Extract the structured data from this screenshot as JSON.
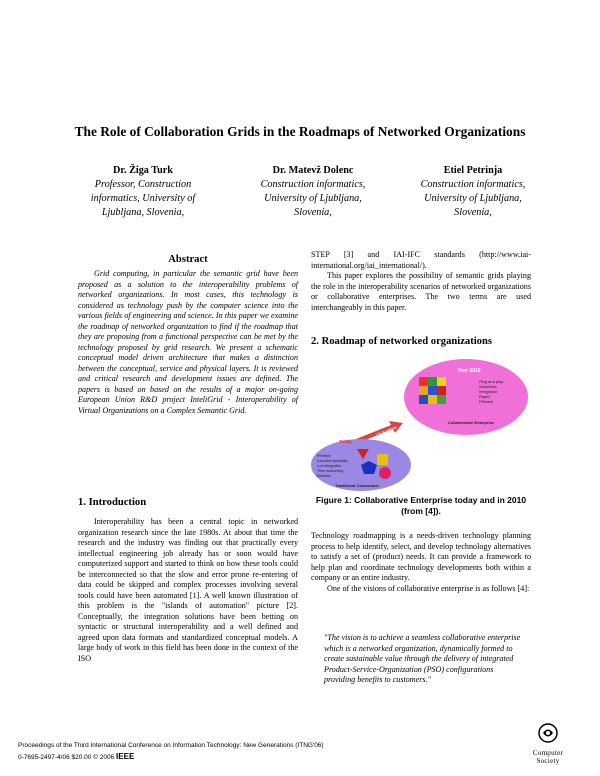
{
  "title": "The Role of Collaboration Grids in the Roadmaps of Networked Organizations",
  "authors": [
    {
      "name": "Dr. Žiga Turk",
      "affiliation": [
        "Professor, Construction",
        "informatics, University of",
        "Ljubljana, Slovenia,"
      ]
    },
    {
      "name": "Dr. Matevž Dolenc",
      "affiliation": [
        "Construction informatics,",
        "University of Ljubljana,",
        "Slovenia,"
      ]
    },
    {
      "name": "Etiel Petrinja",
      "affiliation": [
        "Construction informatics,",
        "University of Ljubljana,",
        "Slovenia,"
      ]
    }
  ],
  "abstract": {
    "heading": "Abstract",
    "text": "Grid computing, in particular the semantic grid have been proposed as a solution to the interoperability problems of networked organizations. In most cases, this technology is considered as technology push by the computer science into the various fields of engineering and science. In this paper we examine the roadmap of networked organization to find if the roadmap that they are proposing from a functional perspective can be met by the technology proposed by grid research. We present a schematic conceptual model driven architecture that makes a distinction between the conceptual, service and physical layers. It is reviewed and critical research and development issues are defined. The papers is based on based on the results of a major on-going European Union R&D project InteliGrid - Interoperability of Virtual Organizations on a Complex Semantic Grid."
  },
  "intro": {
    "heading": "1. Introduction",
    "text": "Interoperability has been a central topic in networked organization research since the late 1980s. At about that time the research and the industry was finding out that practically every intellectual engineering job already has or soon would have computerized support and started to think on how these tools could be interconnected so that the slow and error prone re-entering of data could be skipped and complex processes involving several tools could have been automated [1]. A well known illustration of this problem is the \"islands of automation\" picture [2]. Conceptually, the integration solutions have been betting on syntactic or structural interoperability and a well defined and agreed upon data formats and standardized conceptual models. A large body of work in this field has been done in the context of the ISO"
  },
  "right_top": {
    "continuation": "STEP [3] and IAI-IFC standards (http://www.iai-international.org/iai_international/).",
    "para": "This paper explores the possibility of semantic grids playing the role in the interoperability scenarios of networked organizations or collaborative enterprises. The two terms are used interchangeably in this paper."
  },
  "roadmap": {
    "heading": "2. Roadmap of networked organizations",
    "figure_caption": "Figure 1: Collaborative Enterprise today and in 2010 (from [4]).",
    "para1": "Technology roadmapping is a needs-driven technology planning process to help identify, select, and develop technology alternatives to satisfy a set of (product) needs. It can provide a framework to help plan and coordinate technology developments both within a company or an entire industry.",
    "para2": "One of the visions of collaborative enterprise is as follows [4]:",
    "quote": "\"The vision is to achieve a seamless collaborative enterprise which is a networked organization, dynamically formed to create sustainable value through the delivery of integrated Product-Service-Organization (PSO) configurations providing benefits to customers.\""
  },
  "figure": {
    "year_label": "Year 2010",
    "future_items": [
      "Plug and play",
      "Seamless",
      "Integrated",
      "Rapid",
      "Efficient"
    ],
    "future_caption": "Collaborative Enterprise",
    "arrow_label": "CE Roadmap",
    "today_label": "Today",
    "today_items": [
      "Primitive",
      "Low interoperability",
      "Low integration",
      "Time consuming",
      "Wasteful"
    ],
    "today_caption": "Traditional Consortium",
    "colors": {
      "future_circle": "#f070d8",
      "today_circle": "#9a88e4",
      "arrow": "#d04848"
    }
  },
  "footer": {
    "line1": "Proceedings of the Third International Conference on Information Technology: New Generations (ITNG'06)",
    "line2": "0-7695-2497-4/06 $20.00 © 2006",
    "ieee": "IEEE",
    "logo_line1": "Computer",
    "logo_line2": "Society"
  }
}
